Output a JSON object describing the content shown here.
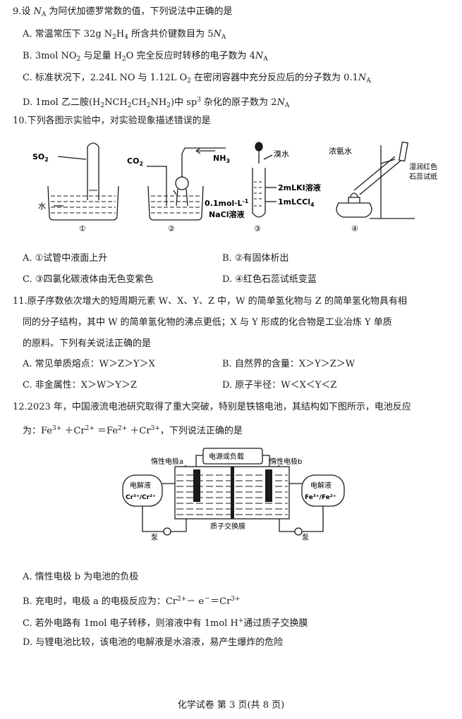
{
  "q9": {
    "num": "9.",
    "stem_a": "设 ",
    "stem_NA": "N",
    "stem_NA_sub": "A",
    "stem_b": " 为阿伏加德罗常数的值，下列说法中正确的是",
    "opt_a": {
      "label": "A.",
      "t1": " 常温常压下 32g N",
      "s1": "2",
      "t2": "H",
      "s2": "4",
      "t3": " 所含共价键数目为 5",
      "na": "N",
      "na_sub": "A"
    },
    "opt_b": {
      "label": "B.",
      "t1": " 3mol NO",
      "s1": "2",
      "t2": " 与足量 H",
      "s2": "2",
      "t3": "O 完全反应时转移的电子数为 4",
      "na": "N",
      "na_sub": "A"
    },
    "opt_c": {
      "label": "C.",
      "t1": " 标准状况下，2.24L NO 与 1.12L O",
      "s1": "2",
      "t2": " 在密闭容器中充分反应后的分子数为 0.1",
      "na": "N",
      "na_sub": "A"
    },
    "opt_d": {
      "label": "D.",
      "t1": " 1mol 乙二胺(H",
      "s1": "2",
      "t2": "NCH",
      "s2": "2",
      "t3": "CH",
      "s3": "2",
      "t4": "NH",
      "s4": "2",
      "t5": ")中 sp",
      "sup": "3",
      "t6": " 杂化的原子数为 2",
      "na": "N",
      "na_sub": "A"
    }
  },
  "q10": {
    "stem": "10.下列各图示实验中，对实验现象描述错误的是",
    "fig": {
      "so2": "SO",
      "so2_sub": "2",
      "water": "水",
      "co2": "CO",
      "co2_sub": "2",
      "nh3": "NH",
      "nh3_sub": "3",
      "nacl_1": "0.1mol·L",
      "nacl_sup": "-1",
      "nacl_2": "NaCl溶液",
      "bromine": "溴水",
      "ki": "2mLKI溶液",
      "ccl4": "1mLCCl",
      "ccl4_sub": "4",
      "nh3water": "浓氨水",
      "litmus_1": "湿润红色",
      "litmus_2": "石蕊试纸",
      "n1": "①",
      "n2": "②",
      "n3": "③",
      "n4": "④"
    },
    "opt_a": "A. ①试管中液面上升",
    "opt_b": "B. ②有固体析出",
    "opt_c": "C. ③四氯化碳液体由无色变紫色",
    "opt_d": "D. ④红色石蕊试纸变蓝"
  },
  "q11": {
    "line1": "11.原子序数依次增大的短周期元素 W、X、Y、Z 中，W 的简单氢化物与 Z 的简单氢化物具有相",
    "line2": "同的分子结构，其中 W 的简单氢化物的沸点更低；X 与 Y 形成的化合物是工业冶炼 Y 单质",
    "line3": "的原料。下列有关说法正确的是",
    "opt_a": "A. 常见单质熔点：W＞Z＞Y＞X",
    "opt_b": "B. 自然界的含量：X＞Y＞Z＞W",
    "opt_c": "C. 非金属性：X＞W＞Y＞Z",
    "opt_d": "D. 原子半径：W＜X＜Y＜Z"
  },
  "q12": {
    "line1": "12.2023 年，中国液流电池研究取得了重大突破，特别是铁铬电池，其结构如下图所示，电池反应",
    "l2_a": "为：Fe",
    "l2_s1": "3+",
    "l2_b": " ＋Cr",
    "l2_s2": "2+",
    "l2_c": " ＝Fe",
    "l2_s3": "2+",
    "l2_d": " ＋Cr",
    "l2_s4": "3+",
    "l2_e": "，下列说法正确的是",
    "fig": {
      "power": "电源或负载",
      "elec_a": "惰性电极a",
      "elec_b": "惰性电极b",
      "electrolyte_l": "电解液",
      "ions_l": "Cr³⁺/Cr²⁺",
      "electrolyte_r": "电解液",
      "ions_r": "Fe³⁺/Fe²⁺",
      "membrane": "质子交换膜",
      "pump_l": "泵",
      "pump_r": "泵"
    },
    "opt_a": "A. 惰性电极 b 为电池的负极",
    "opt_b_1": "B. 充电时，电极 a 的电极反应为：Cr",
    "opt_b_s1": "2+",
    "opt_b_2": "－ e",
    "opt_b_s2": "－",
    "opt_b_3": "＝Cr",
    "opt_b_s3": "3+",
    "opt_c_1": "C. 若外电路有 1mol 电子转移，则溶液中有 1mol H",
    "opt_c_s": "+",
    "opt_c_2": "通过质子交换膜",
    "opt_d": "D. 与锂电池比较，该电池的电解液是水溶液，易产生爆炸的危险"
  },
  "footer": {
    "t1": "化学试卷 第 ",
    "page": "3",
    "t2": " 页(共 ",
    "total": "8",
    "t3": " 页)"
  }
}
